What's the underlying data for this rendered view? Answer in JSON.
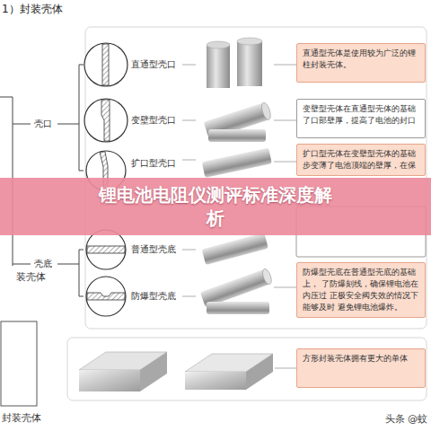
{
  "diagram": {
    "title": "1）封装壳体",
    "nodes": [
      {
        "text": [
          "直通型壳体是使用较为广泛的锂 柱封装壳体。"
        ]
      },
      {
        "text": [
          "变壁型壳体在直通型壳体的基础 了口部壁厚，提高了电池的封口"
        ]
      },
      {
        "text": [
          "扩口型壳体在变壁型壳体的基础 步变薄了电池顶端的壁厚，在保"
        ]
      },
      {
        "text": [
          "防爆型壳底在普通型壳底的基础上， 了防爆刻线，确保锂电池在内压过 正极安全阀失效的情况下能够及时 避免锂电池爆炸。"
        ]
      },
      {
        "text": [
          "方形封装壳体拥有更大的单体"
        ]
      },
      {
        "text": [
          "锂电池电阻仪测评标准深度解析"
        ]
      }
    ],
    "labels": [
      "壳口",
      "直通型壳口",
      "变壁型壳口",
      "扩口型壳口",
      "装壳体",
      "壳底",
      "普通型壳底",
      "防爆型壳底",
      "封装壳体",
      "头条 @蚊"
    ]
  }
}
